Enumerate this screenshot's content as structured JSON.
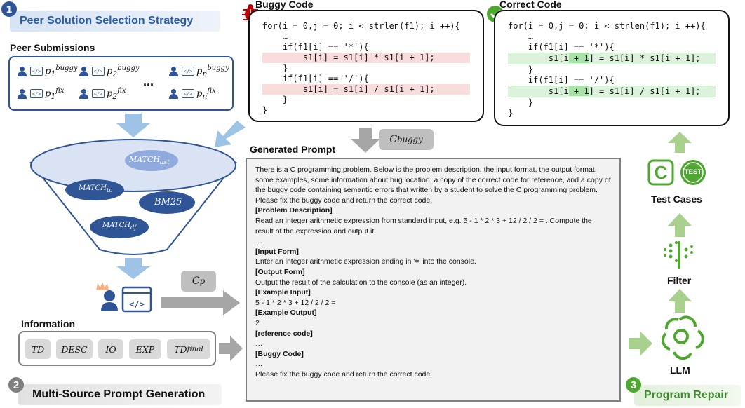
{
  "sections": {
    "peer_selection": {
      "number": "1",
      "title": "Peer Solution Selection Strategy",
      "color": "#2f5597"
    },
    "multi_source": {
      "number": "2",
      "title": "Multi-Source Prompt Generation",
      "color": "#7f7f7f"
    },
    "program_repair": {
      "number": "3",
      "title": "Program Repair",
      "color": "#4ea72e"
    }
  },
  "peer_submissions": {
    "label": "Peer Submissions",
    "ellipsis": "...",
    "items": [
      {
        "base": "p",
        "sub": "1",
        "sup": "buggy"
      },
      {
        "base": "p",
        "sub": "2",
        "sup": "buggy"
      },
      {
        "base": "p",
        "sub": "n",
        "sup": "buggy"
      },
      {
        "base": "p",
        "sub": "1",
        "sup": "fix"
      },
      {
        "base": "p",
        "sub": "2",
        "sup": "fix"
      },
      {
        "base": "p",
        "sub": "n",
        "sup": "fix"
      }
    ]
  },
  "funnel": {
    "match_ast": {
      "base": "MATCH",
      "sub": "ast"
    },
    "match_tc": {
      "base": "MATCH",
      "sub": "tc"
    },
    "bm25": "BM25",
    "match_df": {
      "base": "MATCH",
      "sub": "df"
    }
  },
  "c_p": {
    "base": "C",
    "sub": "p"
  },
  "c_buggy": {
    "base": "C",
    "sub": "buggy"
  },
  "information": {
    "label": "Information",
    "items": [
      "TD",
      "DESC",
      "IO",
      "EXP"
    ],
    "final": {
      "base": "TD",
      "sub": "final"
    }
  },
  "buggy_code": {
    "label": "Buggy Code",
    "lines": [
      "for(i = 0,j = 0; i < strlen(f1); i ++){",
      "    …",
      "    if(f1[i] == '*'){",
      "        s1[i] = s1[i] * s1[i + 1];",
      "    }",
      "    if(f1[i] == '/'){",
      "        s1[i] = s1[i] / s1[i + 1];",
      "    }",
      "}"
    ]
  },
  "correct_code": {
    "label": "Correct Code",
    "lines": [
      "for(i = 0,j = 0; i < strlen(f1); i ++){",
      "    …",
      "    if(f1[i] == '*'){",
      "        s1[i",
      " + 1",
      "] = s1[i] * s1[i + 1];",
      "    }",
      "    if(f1[i] == '/'){",
      "        s1[i",
      " + 1",
      "] = s1[i] / s1[i + 1];",
      "    }",
      "}"
    ]
  },
  "generated_prompt": {
    "label": "Generated Prompt",
    "intro": "There is a C programming problem. Below is the problem description, the input format, the output format, some examples, some information about bug location, a copy of the correct code for reference, and a copy of the buggy code containing semantic errors that written by a student to solve the C programming problem. Please fix the buggy code and return the correct code.",
    "problem_description_h": "[Problem Description]",
    "problem_description": "Read an integer arithmetic expression from standard input, e.g. 5 - 1 * 2 * 3 + 12 / 2 / 2 = . Compute the result of the expression and output it.",
    "ellipsis": "…",
    "input_form_h": "[Input Form]",
    "input_form": "Enter an integer arithmetic expression ending in '=' into the console.",
    "output_form_h": "[Output Form]",
    "output_form": "Output the result of the calculation to the console (as an integer).",
    "example_input_h": "[Example Input]",
    "example_input": "5 - 1 * 2 * 3 + 12 / 2 / 2 =",
    "example_output_h": "[Example Output]",
    "example_output": "2",
    "reference_code_h": "[reference code]",
    "buggy_code_h": "[Buggy Code]",
    "closing": "Please fix the buggy code and return the correct code."
  },
  "repair": {
    "test_cases_label": "Test Cases",
    "test_badge": "TEST",
    "c_badge": "C",
    "filter_label": "Filter",
    "llm_label": "LLM"
  },
  "colors": {
    "blue": "#2f5597",
    "gray_arrow": "#a6a6a6",
    "green": "#4ea72e",
    "light_blue_arrow": "#9dc3e6",
    "light_green_arrow": "#a9d18e",
    "bug_red": "#c00000"
  }
}
